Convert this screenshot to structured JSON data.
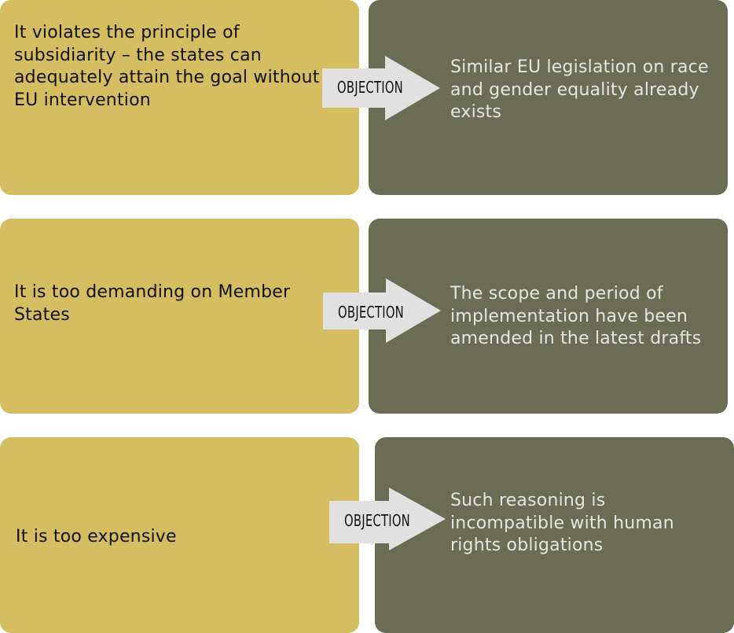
{
  "colors": {
    "claim_box": "#d5bd62",
    "response_box": "#6a6d54",
    "arrow_fill": "#e1e1e1",
    "claim_text": "#111111",
    "response_text": "#e6e6e0"
  },
  "rows": [
    {
      "claim": "It violates the principle of subsidiarity – the states can adequately attain the goal without EU intervention",
      "connector": "OBJECTION",
      "response": "Similar EU legislation on race and gender equality already exists"
    },
    {
      "claim": "It is too demanding on Member States",
      "connector": "OBJECTION",
      "response": "The scope and period of implementation have been amended in the latest drafts"
    },
    {
      "claim": "It is too expensive",
      "connector": "OBJECTION",
      "response": "Such reasoning is incompatible with human rights obligations"
    }
  ]
}
